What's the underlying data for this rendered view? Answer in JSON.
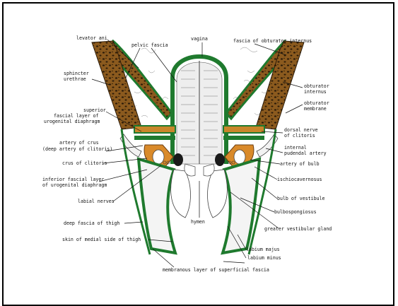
{
  "labels": {
    "levator_ani": "levator ani",
    "pelvic_fascia": "pelvic fascia",
    "vagina": "vagina",
    "fascia_obturator_internus": "fascia of obturator internus",
    "sphincter_urethrae_1": "sphincter",
    "sphincter_urethrae_2": "urethrae",
    "obturator_internus_1": "obturator",
    "obturator_internus_2": "internus",
    "obturator_membrane_1": "obturator",
    "obturator_membrane_2": "membrane",
    "superior_fascial_1": "superior",
    "superior_fascial_2": "fascial layer of",
    "superior_fascial_3": "urogenital diaphragm",
    "dorsal_nerve_1": "dorsal nerve",
    "dorsal_nerve_2": "of clitoris",
    "internal_pudendal_1": "internal",
    "internal_pudendal_2": "pudendal artery",
    "artery_crus_1": "artery of crus",
    "artery_crus_2": "(deep artery of clitoris)",
    "artery_bulb": "artery of bulb",
    "crus_clitoris": "crus of clitoris",
    "ischiocavernosus": "ischiocavernosus",
    "inferior_fascial_1": "inferior fascial layer",
    "inferior_fascial_2": "of urogenital diaphragm",
    "bulb_vestibule": "bulb of vestibule",
    "labial_nerves": "labial nerves",
    "bulbospongiosus": "bulbospongiosus",
    "hymen": "hymen",
    "deep_fascia_thigh": "deep fascia of thigh",
    "greater_vestibular_gland": "greater vestibular gland",
    "labium_majus": "labium majus",
    "skin_medial_thigh": "skin of medial side of thigh",
    "labium_minus": "labium minus",
    "membranous_layer": "membranous layer of superficial fascia"
  },
  "colors": {
    "fascia_green": "#1f7a2e",
    "muscle_brown": "#8b5a1e",
    "muscle_spots": "#2a1a08",
    "orange_layer": "#d98a2a",
    "ink": "#111111"
  }
}
